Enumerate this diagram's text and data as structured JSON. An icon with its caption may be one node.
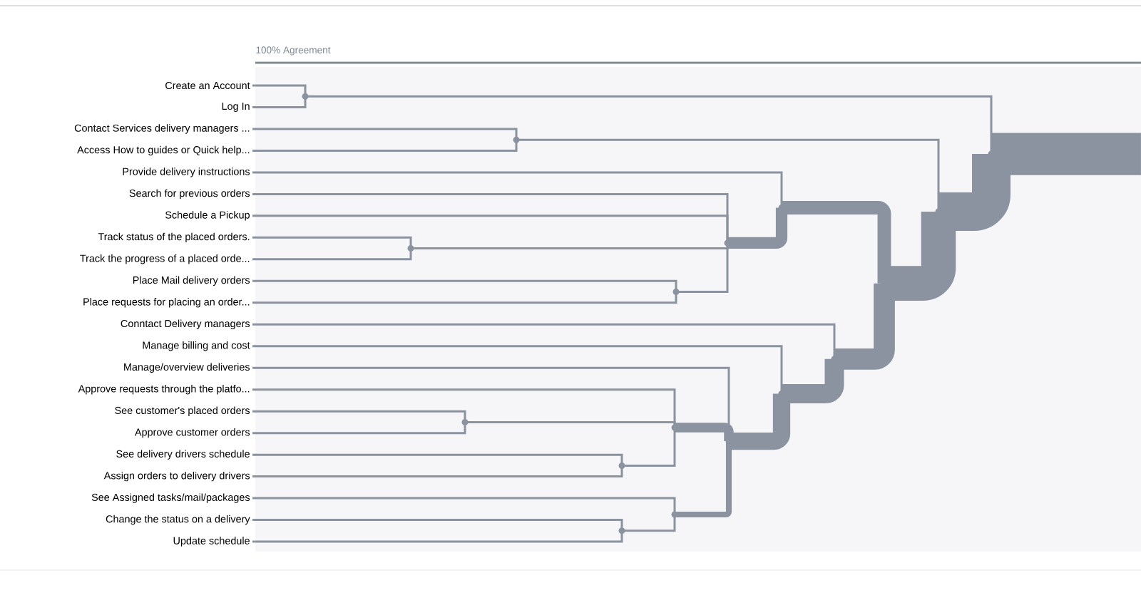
{
  "diagram": {
    "nodes": [
      {
        "text": [
          "Create an Account"
        ]
      },
      {
        "text": [
          "Log In"
        ]
      },
      {
        "text": [
          "Contact Services delivery managers ..."
        ]
      },
      {
        "text": [
          "Access How to guides or Quick help..."
        ]
      },
      {
        "text": [
          "Provide delivery instructions"
        ]
      },
      {
        "text": [
          "Search for previous orders"
        ]
      },
      {
        "text": [
          "Schedule a Pickup"
        ]
      },
      {
        "text": [
          "Track status of the placed orders."
        ]
      },
      {
        "text": [
          "Track the progress of a placed orde..."
        ]
      },
      {
        "text": [
          "Place Mail delivery orders"
        ]
      },
      {
        "text": [
          "Place requests for placing an order..."
        ]
      },
      {
        "text": [
          "Conntact Delivery managers"
        ]
      },
      {
        "text": [
          "Manage billing and cost"
        ]
      },
      {
        "text": [
          "Manage/overview deliveries"
        ]
      },
      {
        "text": [
          "Approve requests through the platfo..."
        ]
      },
      {
        "text": [
          "See customer's placed orders"
        ]
      },
      {
        "text": [
          "Approve customer orders"
        ]
      },
      {
        "text": [
          "See delivery drivers schedule"
        ]
      },
      {
        "text": [
          "Assign orders to delivery drivers"
        ]
      },
      {
        "text": [
          "See Assigned tasks/mail/packages"
        ]
      },
      {
        "text": [
          "Change the status on a delivery"
        ]
      },
      {
        "text": [
          "Update schedule"
        ]
      },
      {
        "text": [],
        "shape": "point"
      },
      {
        "text": [],
        "shape": "point"
      },
      {
        "text": [],
        "shape": "point"
      },
      {
        "text": [],
        "shape": "point"
      },
      {
        "text": [],
        "shape": "point"
      },
      {
        "text": [],
        "shape": "point"
      },
      {
        "text": [],
        "shape": "point"
      },
      {
        "text": [],
        "shape": "point"
      },
      {
        "text": [],
        "shape": "point"
      },
      {
        "text": [],
        "shape": "point"
      },
      {
        "text": [],
        "shape": "point"
      },
      {
        "text": [],
        "shape": "point"
      },
      {
        "text": [],
        "shape": "point"
      },
      {
        "text": [],
        "shape": "point"
      },
      {
        "text": [],
        "shape": "point"
      },
      {
        "text": [],
        "shape": "point"
      },
      {
        "text": [],
        "shape": "point"
      }
    ],
    "edges": [
      {
        "from": 0,
        "to": 22,
        "arrow": "none"
      },
      {
        "from": 1,
        "to": 22,
        "arrow": "none"
      },
      {
        "from": 2,
        "to": 23,
        "arrow": "none"
      },
      {
        "from": 3,
        "to": 23,
        "arrow": "none"
      },
      {
        "from": 7,
        "to": 24,
        "arrow": "none"
      },
      {
        "from": 8,
        "to": 24,
        "arrow": "none"
      },
      {
        "from": 9,
        "to": 25,
        "arrow": "none"
      },
      {
        "from": 10,
        "to": 25,
        "arrow": "none"
      },
      {
        "from": 5,
        "to": 26,
        "arrow": "none"
      },
      {
        "from": 6,
        "to": 26,
        "arrow": "none"
      },
      {
        "from": 24,
        "to": 26,
        "arrow": "none"
      },
      {
        "from": 25,
        "to": 26,
        "arrow": "none"
      },
      {
        "from": 4,
        "to": 27,
        "arrow": "none"
      },
      {
        "from": 26,
        "to": 27,
        "arrow": "none",
        "style": "thick"
      },
      {
        "from": 15,
        "to": 28,
        "arrow": "none"
      },
      {
        "from": 16,
        "to": 28,
        "arrow": "none"
      },
      {
        "from": 17,
        "to": 29,
        "arrow": "none"
      },
      {
        "from": 18,
        "to": 29,
        "arrow": "none"
      },
      {
        "from": 14,
        "to": 30,
        "arrow": "none"
      },
      {
        "from": 28,
        "to": 30,
        "arrow": "none"
      },
      {
        "from": 29,
        "to": 30,
        "arrow": "none"
      },
      {
        "from": 20,
        "to": 31,
        "arrow": "none"
      },
      {
        "from": 21,
        "to": 31,
        "arrow": "none"
      },
      {
        "from": 19,
        "to": 32,
        "arrow": "none"
      },
      {
        "from": 31,
        "to": 32,
        "arrow": "none"
      },
      {
        "from": 13,
        "to": 33,
        "arrow": "none"
      },
      {
        "from": 30,
        "to": 33,
        "arrow": "none",
        "style": "thick"
      },
      {
        "from": 32,
        "to": 33,
        "arrow": "none",
        "style": "thick"
      },
      {
        "from": 12,
        "to": 34,
        "arrow": "none"
      },
      {
        "from": 33,
        "to": 34,
        "arrow": "none",
        "style": "thick"
      },
      {
        "from": 11,
        "to": 35,
        "arrow": "none"
      },
      {
        "from": 34,
        "to": 35,
        "arrow": "none",
        "style": "thick"
      },
      {
        "from": 27,
        "to": 36,
        "arrow": "none",
        "style": "thick"
      },
      {
        "from": 35,
        "to": 36,
        "arrow": "none",
        "style": "thick"
      },
      {
        "from": 23,
        "to": 37,
        "arrow": "none"
      },
      {
        "from": 36,
        "to": 37,
        "arrow": "none",
        "style": "thick"
      },
      {
        "from": 22,
        "to": 38,
        "arrow": "none"
      },
      {
        "from": 37,
        "to": 38,
        "arrow": "none",
        "style": "thick"
      },
      {
        "from": 38,
        "to": null,
        "arrow": "none",
        "style": "thick"
      }
    ],
    "labels": [
      "100% Agreement"
    ]
  }
}
